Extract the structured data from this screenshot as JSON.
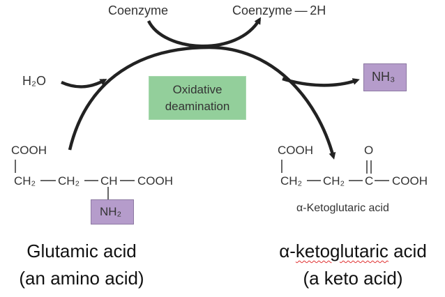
{
  "cofactors": {
    "coenzyme": "Coenzyme",
    "coenzyme_2h": "Coenzyme — 2H",
    "water": "H₂O",
    "ammonia": "NH₃"
  },
  "reaction_label": {
    "line1": "Oxidative",
    "line2": "deamination"
  },
  "glutamic": {
    "cooh_top": "COOH",
    "backbone": [
      "CH₂",
      "CH₂",
      "CH",
      "COOH"
    ],
    "amine": "NH₂"
  },
  "ketoglutaric": {
    "cooh_top": "COOH",
    "oxygen": "O",
    "backbone": [
      "CH₂",
      "CH₂",
      "C",
      "COOH"
    ],
    "name": "α-Ketoglutaric acid"
  },
  "captions": {
    "left_line1": "Glutamic acid",
    "left_line2": "(an amino acid)",
    "right_alpha": "α-",
    "right_word": "ketoglutaric",
    "right_rest": " acid",
    "right_line2": "(a keto acid)"
  },
  "colors": {
    "green_box": "#93cf9b",
    "purple_box": "#b59ccb",
    "arrow": "#222222",
    "spell_underline": "#e03030"
  }
}
